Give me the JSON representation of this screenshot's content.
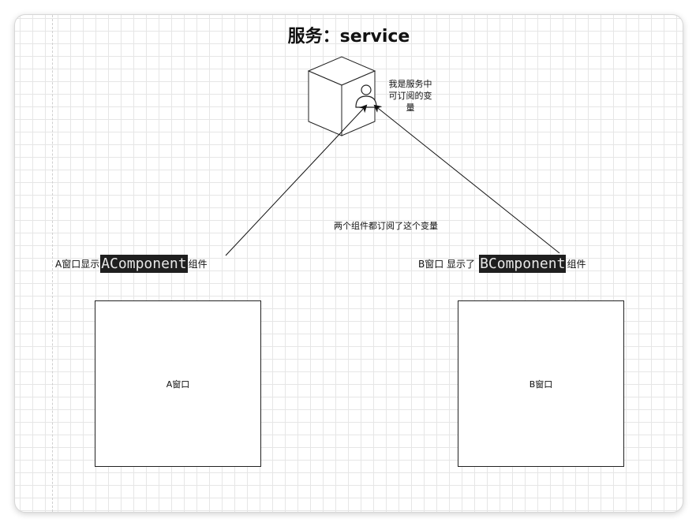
{
  "title": "服务：service",
  "service_note": "我是服务中可订阅的变量",
  "subscribe_note": "两个组件都订阅了这个变量",
  "window_a": {
    "label_prefix": "A窗口显示",
    "component": "AComponent",
    "label_suffix": "组件",
    "box_label": "A窗口"
  },
  "window_b": {
    "label_prefix": "B窗口 显示了",
    "component": "BComponent",
    "label_suffix": "组件",
    "box_label": "B窗口"
  },
  "icons": {
    "service_cube": "cube-icon",
    "variable": "user-icon"
  }
}
